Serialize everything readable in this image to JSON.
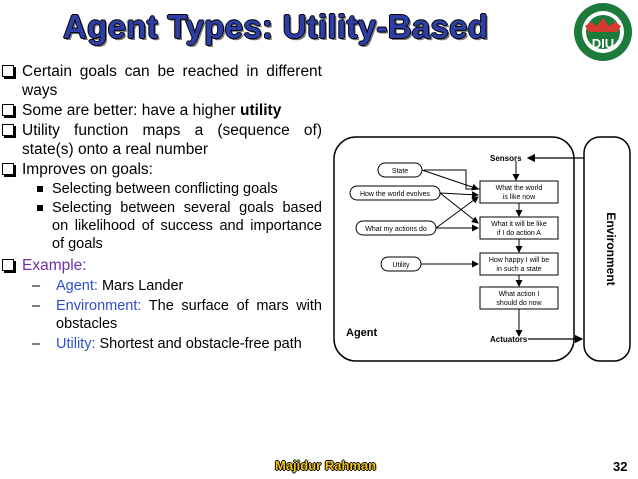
{
  "slide": {
    "title": "Agent Types: Utility-Based",
    "logo_text": "DIU",
    "page_number": "32",
    "footer": "Majidur Rahman"
  },
  "bullets": [
    {
      "text": "Certain goals can be reached in different ways"
    },
    {
      "text_pre": "Some are better: have a higher ",
      "text_bold": "utility"
    },
    {
      "text": "Utility function maps a (sequence of) state(s) onto a real number"
    },
    {
      "text": "Improves on goals:"
    }
  ],
  "sub_bullets": [
    "Selecting between conflicting goals",
    "Selecting between several goals based on likelihood of success and importance of goals"
  ],
  "example": {
    "label": "Example:",
    "items": [
      {
        "key": "Agent:",
        "value": " Mars Lander"
      },
      {
        "key": "Environment:",
        "value": " The surface of mars with obstacles"
      },
      {
        "key": "Utility:",
        "value": " Shortest and obstacle-free path"
      }
    ]
  },
  "diagram": {
    "sensors": "Sensors",
    "actuators": "Actuators",
    "agent": "Agent",
    "environment": "Environment",
    "state": "State",
    "how_world_evolves": "How the world evolves",
    "what_actions_do": "What my actions do",
    "utility": "Utility",
    "what_world_like_1": "What the world",
    "what_world_like_2": "is like now",
    "what_if_1": "What it will be like",
    "what_if_2": "if I do action A",
    "how_happy_1": "How happy I will be",
    "how_happy_2": "in such a state",
    "what_action_1": "What action I",
    "what_action_2": "should do now"
  },
  "colors": {
    "title": "#2d3fa6",
    "example_label": "#7030a0",
    "example_keys": "#2f4ec9",
    "footer": "#f0c419",
    "logo_green": "#1c7a3a"
  }
}
